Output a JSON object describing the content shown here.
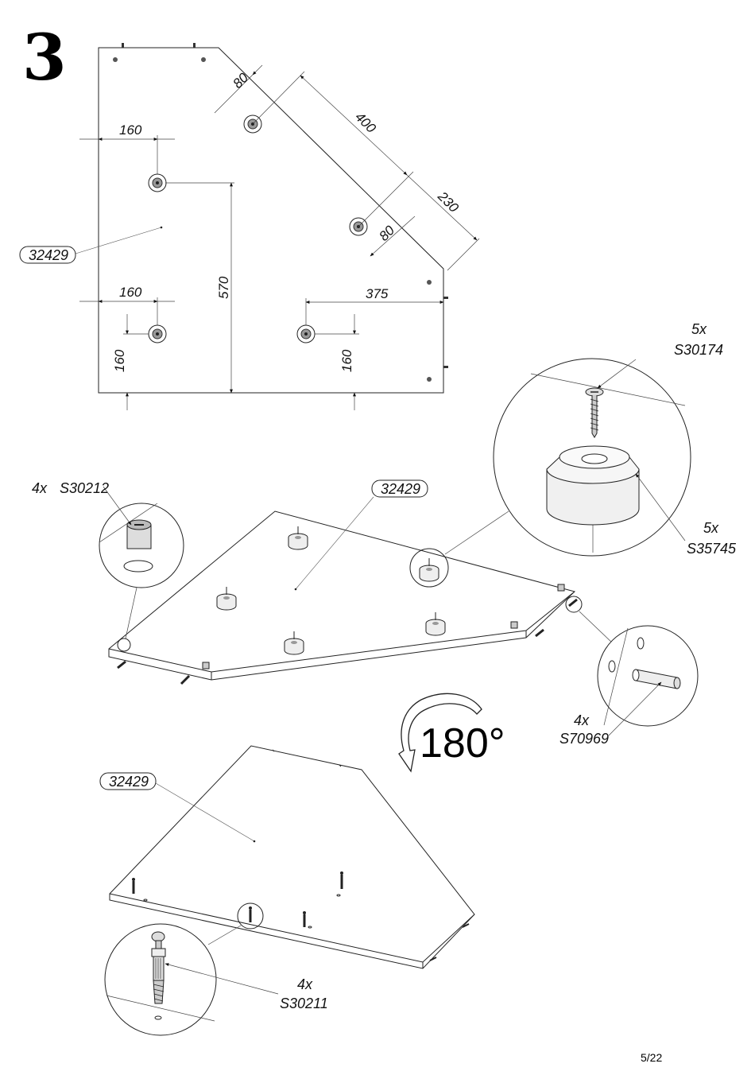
{
  "step_number": "3",
  "page_indicator": "5/22",
  "rotation_label": "180°",
  "top_view": {
    "part_code": "32429",
    "dimensions": {
      "d80_top": "80",
      "d400": "400",
      "d160_upper": "160",
      "d230": "230",
      "d80_right": "80",
      "d570": "570",
      "d160_lower": "160",
      "d375": "375",
      "d160_left_vertical": "160",
      "d160_right_vertical": "160"
    }
  },
  "assembly": {
    "part_code": "32429",
    "cam_lock": {
      "qty": "4x",
      "code": "S30212"
    },
    "screw": {
      "qty": "5x",
      "code": "S30174"
    },
    "foot": {
      "qty": "5x",
      "code": "S35745"
    },
    "dowel": {
      "qty": "4x",
      "code": "S70969"
    }
  },
  "flipped": {
    "part_code": "32429",
    "cam_bolt": {
      "qty": "4x",
      "code": "S30211"
    }
  }
}
